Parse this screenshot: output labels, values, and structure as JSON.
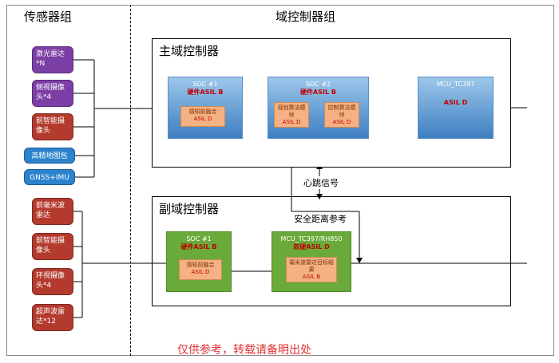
{
  "headers": {
    "sensors": "传感器组",
    "domain": "域控制器组"
  },
  "sensors": [
    {
      "label": "激光雷达*N",
      "color": "purple"
    },
    {
      "label": "侧视摄像头*4",
      "color": "purple"
    },
    {
      "label": "前智能摄像头",
      "color": "red"
    },
    {
      "label": "高精地图包",
      "color": "blue"
    },
    {
      "label": "GNSS+IMU",
      "color": "blue"
    },
    {
      "label": "前毫米波雷达",
      "color": "red"
    },
    {
      "label": "前智能摄像头",
      "color": "red"
    },
    {
      "label": "环视摄像头*4",
      "color": "red"
    },
    {
      "label": "超声波雷达*12",
      "color": "red"
    }
  ],
  "main_controller": {
    "title": "主域控制器",
    "soc1": {
      "name": "SOC #1",
      "asil": "硬件ASIL B",
      "sub": {
        "name": "感知前融合",
        "asil": "ASIL D"
      }
    },
    "soc2": {
      "name": "SOC #2",
      "asil": "硬件ASIL B",
      "subs": [
        {
          "name": "规划算法模块",
          "asil": "ASIL D"
        },
        {
          "name": "控制算法模块",
          "asil": "ASIL D"
        }
      ]
    },
    "mcu": {
      "name": "MCU_TC397",
      "asil": "ASIL D"
    }
  },
  "sub_controller": {
    "title": "副域控制器",
    "soc1": {
      "name": "SOC #1",
      "asil": "硬件ASIL B",
      "sub": {
        "name": "感知前融合",
        "asil": "ASIL D"
      }
    },
    "mcu": {
      "name": "MCU_TC397/RH850",
      "asil": "软硬ASIL D",
      "sub": {
        "name": "毫米波雷达目标结果",
        "asil": "ASIL B"
      }
    }
  },
  "labels": {
    "heartbeat": "心跳信号",
    "safe_distance": "安全距离参考"
  },
  "watermark": "仅供参考，转载请备明出处"
}
